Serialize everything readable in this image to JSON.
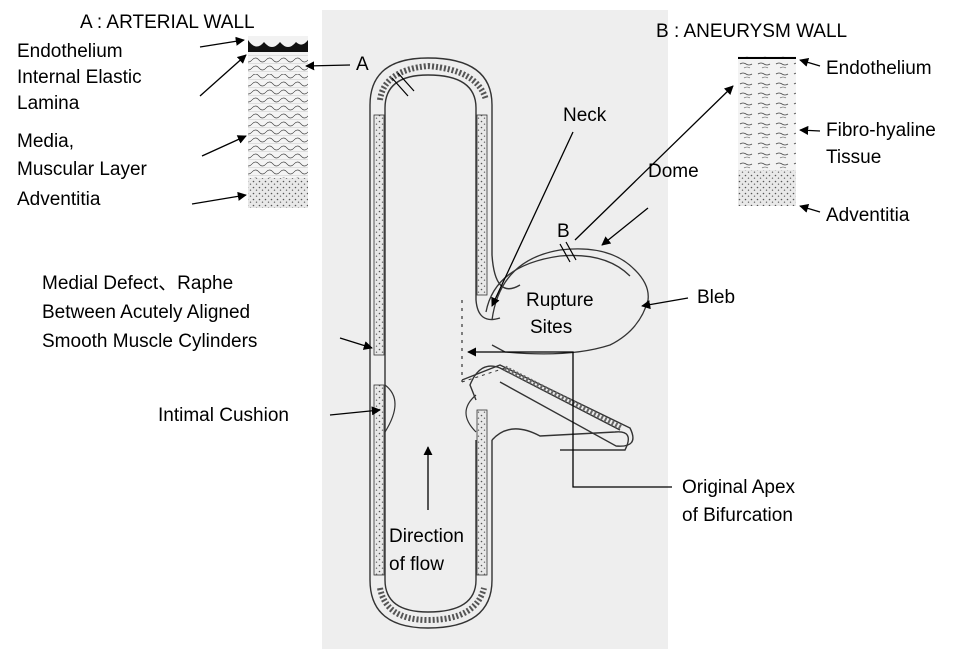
{
  "section_a": {
    "title": "A : ARTERIAL WALL",
    "layers": {
      "endothelium": "Endothelium",
      "internal_elastic": "Internal Elastic",
      "lamina": "Lamina",
      "media": "Media,",
      "muscular_layer": "Muscular Layer",
      "adventitia": "Adventitia"
    }
  },
  "section_b": {
    "title": "B : ANEURYSM WALL",
    "layers": {
      "endothelium": "Endothelium",
      "fibro_hyaline": "Fibro-hyaline",
      "tissue": "Tissue",
      "adventitia": "Adventitia"
    }
  },
  "markers": {
    "a": "A",
    "b": "B"
  },
  "labels": {
    "neck": "Neck",
    "dome": "Dome",
    "bleb": "Bleb",
    "rupture_sites_1": "Rupture",
    "rupture_sites_2": "Sites",
    "medial_defect_1": "Medial  Defect、Raphe",
    "medial_defect_2": "Between  Acutely  Aligned",
    "medial_defect_3": "Smooth  Muscle  Cylinders",
    "intimal_cushion": "Intimal Cushion",
    "original_apex_1": "Original Apex",
    "original_apex_2": "of Bifurcation",
    "direction_1": "Direction",
    "direction_2": "of flow"
  },
  "colors": {
    "paper": "#efefef",
    "ink": "#333333",
    "line": "#000000"
  }
}
